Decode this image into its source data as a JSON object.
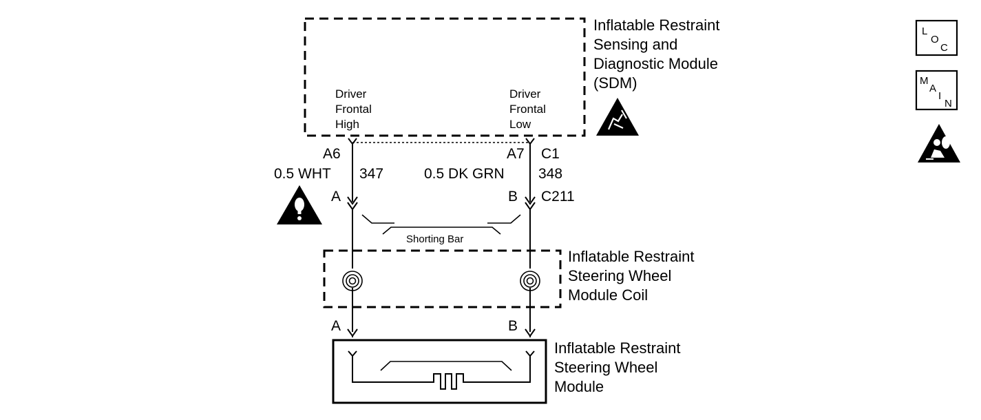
{
  "sdm": {
    "title_lines": [
      "Inflatable Restraint",
      "Sensing and",
      "Diagnostic Module",
      "(SDM)"
    ],
    "left_terminal_lines": [
      "Driver",
      "Frontal",
      "High"
    ],
    "right_terminal_lines": [
      "Driver",
      "Frontal",
      "Low"
    ]
  },
  "wires": {
    "left": {
      "pin": "A6",
      "color": "0.5 WHT",
      "circuit": "347",
      "connector_pin": "A"
    },
    "right": {
      "pin": "A7",
      "connector": "C1",
      "color": "0.5 DK GRN",
      "circuit": "348",
      "connector_pin": "B",
      "inline_connector": "C211"
    }
  },
  "shorting_bar": {
    "label": "Shorting Bar"
  },
  "coil": {
    "title_lines": [
      "Inflatable Restraint",
      "Steering Wheel",
      "Module Coil"
    ],
    "left_pin": "A",
    "right_pin": "B"
  },
  "module": {
    "title_lines": [
      "Inflatable Restraint",
      "Steering Wheel",
      "Module"
    ]
  },
  "side_icons": {
    "loc": {
      "letters": [
        "L",
        "O",
        "C"
      ]
    },
    "main": {
      "letters": [
        "M",
        "A",
        "I",
        "N"
      ]
    }
  },
  "icons": [
    "esd-warning-icon",
    "caution-icon",
    "airbag-icon",
    "loc-icon",
    "main-icon"
  ]
}
